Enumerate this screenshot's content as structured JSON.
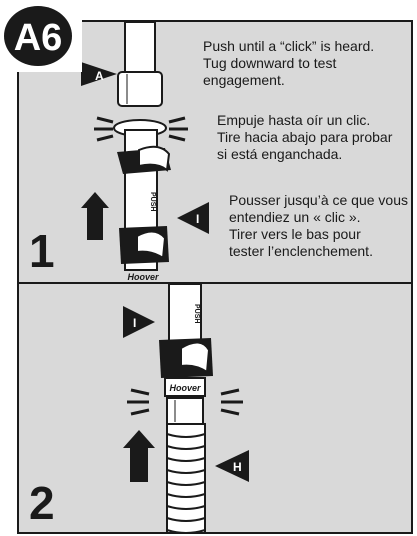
{
  "badge": {
    "label": "A6"
  },
  "panel1": {
    "step_number": "1",
    "instructions": {
      "english": [
        "Push until a “click” is heard.",
        "Tug downward to test",
        "engagement."
      ],
      "spanish": [
        "Empuje hasta oír un clic.",
        "Tire hacia abajo para probar",
        "si está enganchada."
      ],
      "french": [
        "Pousser jusqu’à ce que vous",
        "entendiez un « clic ».",
        "Tirer vers le bas pour",
        "tester l’enclenchement."
      ]
    },
    "callouts": {
      "a": "A",
      "i": "I"
    },
    "part_text": {
      "arrow_mark": "PUSH",
      "brand": "Hoover"
    }
  },
  "panel2": {
    "step_number": "2",
    "callouts": {
      "i": "I",
      "h": "H"
    },
    "part_text": {
      "arrow_mark": "PUSH",
      "brand": "Hoover"
    }
  },
  "colors": {
    "panel_bg": "#d9d9d9",
    "ink": "#1a1a1a",
    "pipe": "#ffffff"
  }
}
